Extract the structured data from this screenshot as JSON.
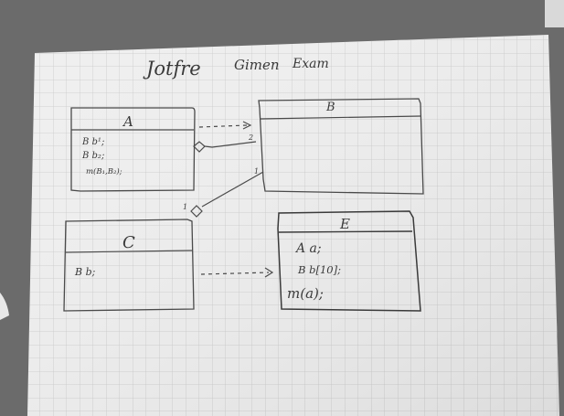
{
  "diagram": {
    "title_words": [
      "Jotfre",
      "Gimen",
      "Exam"
    ],
    "classes": [
      {
        "id": "A",
        "name": "A",
        "members": [
          "B b¹;",
          "B b₂;",
          "m(B₁,B₂);"
        ]
      },
      {
        "id": "B",
        "name": "B",
        "members": []
      },
      {
        "id": "C",
        "name": "C",
        "members": [
          "B b;"
        ]
      },
      {
        "id": "E",
        "name": "E",
        "members": [
          "A a;",
          "B b[10];",
          "m(a);"
        ]
      }
    ],
    "relations": [
      {
        "from": "A",
        "to": "B",
        "kind": "dependency"
      },
      {
        "from": "A",
        "to": "B",
        "kind": "aggregation",
        "multiplicity_target": "2"
      },
      {
        "from": "C",
        "to": "B",
        "kind": "aggregation",
        "multiplicity_source": "1",
        "multiplicity_target": "1"
      },
      {
        "from": "C",
        "to": "E",
        "kind": "dependency"
      }
    ]
  }
}
